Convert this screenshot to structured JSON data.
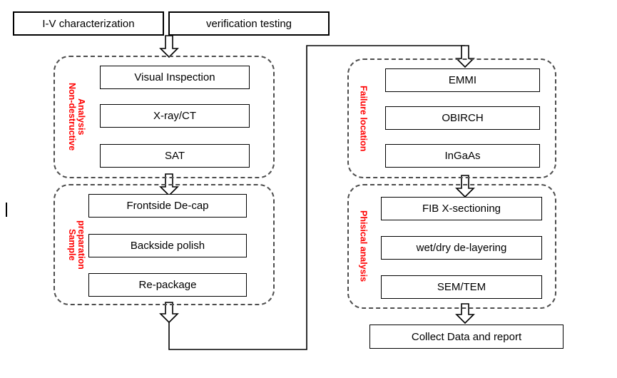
{
  "top_boxes": {
    "iv": "I-V characterization",
    "verification": "verification testing"
  },
  "groups": [
    {
      "lines": [
        "Non-destructive",
        "Analysis"
      ],
      "items": [
        "Visual Inspection",
        "X-ray/CT",
        "SAT"
      ]
    },
    {
      "lines": [
        "Sample",
        "preparation"
      ],
      "items": [
        "Frontside De-cap",
        "Backside polish",
        "Re-package"
      ]
    },
    {
      "lines": [
        "Failure location"
      ],
      "items": [
        "EMMI",
        "OBIRCH",
        "InGaAs"
      ]
    },
    {
      "lines": [
        "Phisical analysis"
      ],
      "items": [
        "FIB X-sectioning",
        "wet/dry de-layering",
        "SEM/TEM"
      ]
    }
  ],
  "final_box": {
    "label": "Collect Data and report"
  },
  "colors": {
    "label_red": "#ff0000",
    "box_border": "#000000",
    "dashed_border": "#4d4d4d"
  }
}
